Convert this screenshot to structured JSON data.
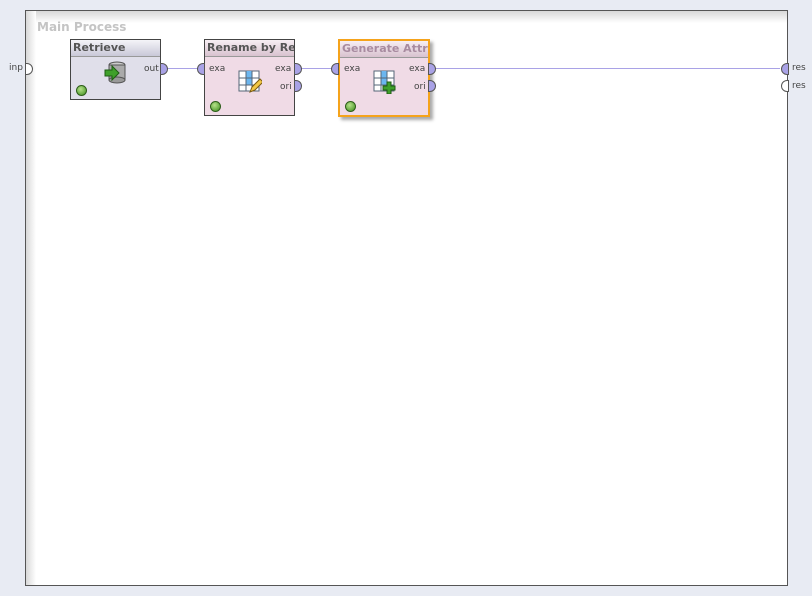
{
  "process_title": "Main Process",
  "left_ports": [
    {
      "label": "inp"
    }
  ],
  "right_ports": [
    {
      "label": "res"
    },
    {
      "label": "res"
    }
  ],
  "operators": [
    {
      "name": "Retrieve",
      "icon": "database-retrieve-icon",
      "outputs": [
        "out"
      ]
    },
    {
      "name": "Rename by Re...",
      "icon": "table-edit-icon",
      "inputs": [
        "exa"
      ],
      "outputs": [
        "exa",
        "ori"
      ]
    },
    {
      "name": "Generate Attri...",
      "icon": "table-add-icon",
      "inputs": [
        "exa"
      ],
      "outputs": [
        "exa",
        "ori"
      ],
      "selected": true
    }
  ],
  "colors": {
    "wire": "#a9a2e6",
    "selection": "#f5a31b",
    "retrieve_body": "#e0dfea",
    "transform_body": "#f0dbe6"
  }
}
